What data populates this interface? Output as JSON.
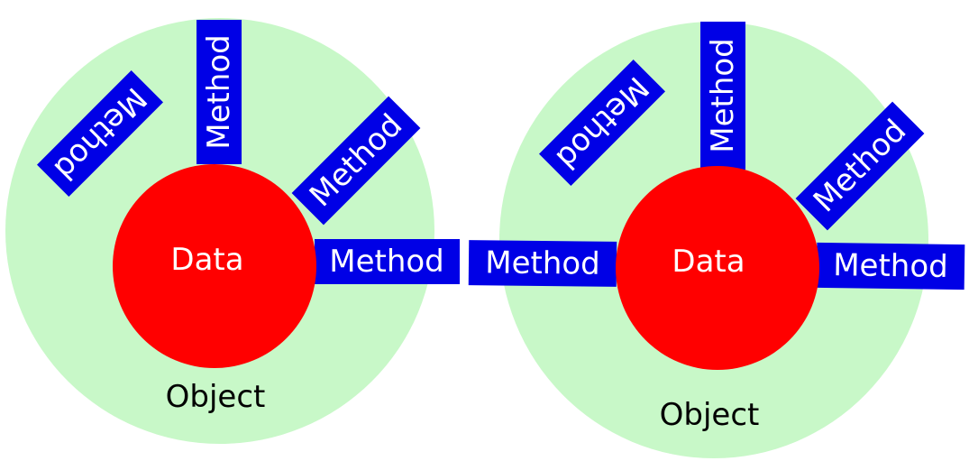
{
  "colors": {
    "object_fill": "#c8f8c8",
    "data_fill": "#ff0000",
    "method_fill": "#0000e6",
    "method_text": "#ffffff",
    "object_text": "#000000"
  },
  "objects": [
    {
      "label": "Object",
      "data_label": "Data",
      "methods": [
        "Method",
        "Method",
        "Method",
        "Method"
      ]
    },
    {
      "label": "Object",
      "data_label": "Data",
      "methods": [
        "Method",
        "Method",
        "Method",
        "Method",
        "Method"
      ]
    }
  ]
}
